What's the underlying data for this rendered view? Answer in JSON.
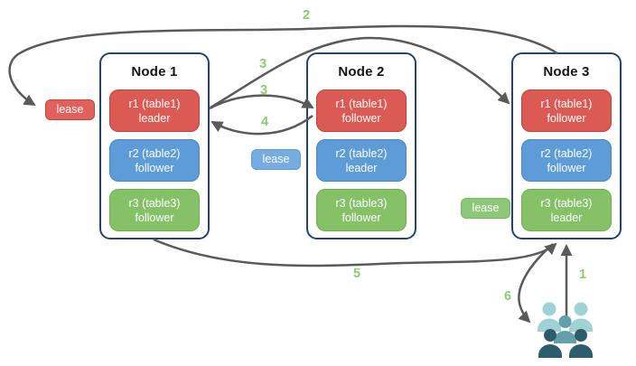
{
  "diagram": {
    "nodes": [
      {
        "title": "Node 1",
        "replicas": [
          {
            "name": "r1 (table1)",
            "role": "leader",
            "color": "#db5a54"
          },
          {
            "name": "r2 (table2)",
            "role": "follower",
            "color": "#5d9cd6"
          },
          {
            "name": "r3 (table3)",
            "role": "follower",
            "color": "#84c167"
          }
        ]
      },
      {
        "title": "Node 2",
        "replicas": [
          {
            "name": "r1 (table1)",
            "role": "follower",
            "color": "#db5a54"
          },
          {
            "name": "r2 (table2)",
            "role": "leader",
            "color": "#5d9cd6"
          },
          {
            "name": "r3 (table3)",
            "role": "follower",
            "color": "#84c167"
          }
        ]
      },
      {
        "title": "Node 3",
        "replicas": [
          {
            "name": "r1 (table1)",
            "role": "follower",
            "color": "#db5a54"
          },
          {
            "name": "r2 (table2)",
            "role": "follower",
            "color": "#5d9cd6"
          },
          {
            "name": "r3 (table3)",
            "role": "leader",
            "color": "#84c167"
          }
        ]
      }
    ],
    "leases": [
      {
        "label": "lease",
        "color": "#e0615c"
      },
      {
        "label": "lease",
        "color": "#77ace0"
      },
      {
        "label": "lease",
        "color": "#8cc878"
      }
    ],
    "steps": [
      "1",
      "2",
      "3",
      "3",
      "4",
      "5",
      "6"
    ],
    "icons": {
      "users": "users-icon"
    },
    "colors": {
      "arrow": "#5a5a5a",
      "step_label": "#8ec973",
      "node_border": "#23456e",
      "replica_red": "#db5a54",
      "replica_blue": "#5d9cd6",
      "replica_green": "#84c167",
      "people_light": "#9ed2d3",
      "people_mid": "#63a0a9",
      "people_dark": "#2d5c6d"
    }
  }
}
